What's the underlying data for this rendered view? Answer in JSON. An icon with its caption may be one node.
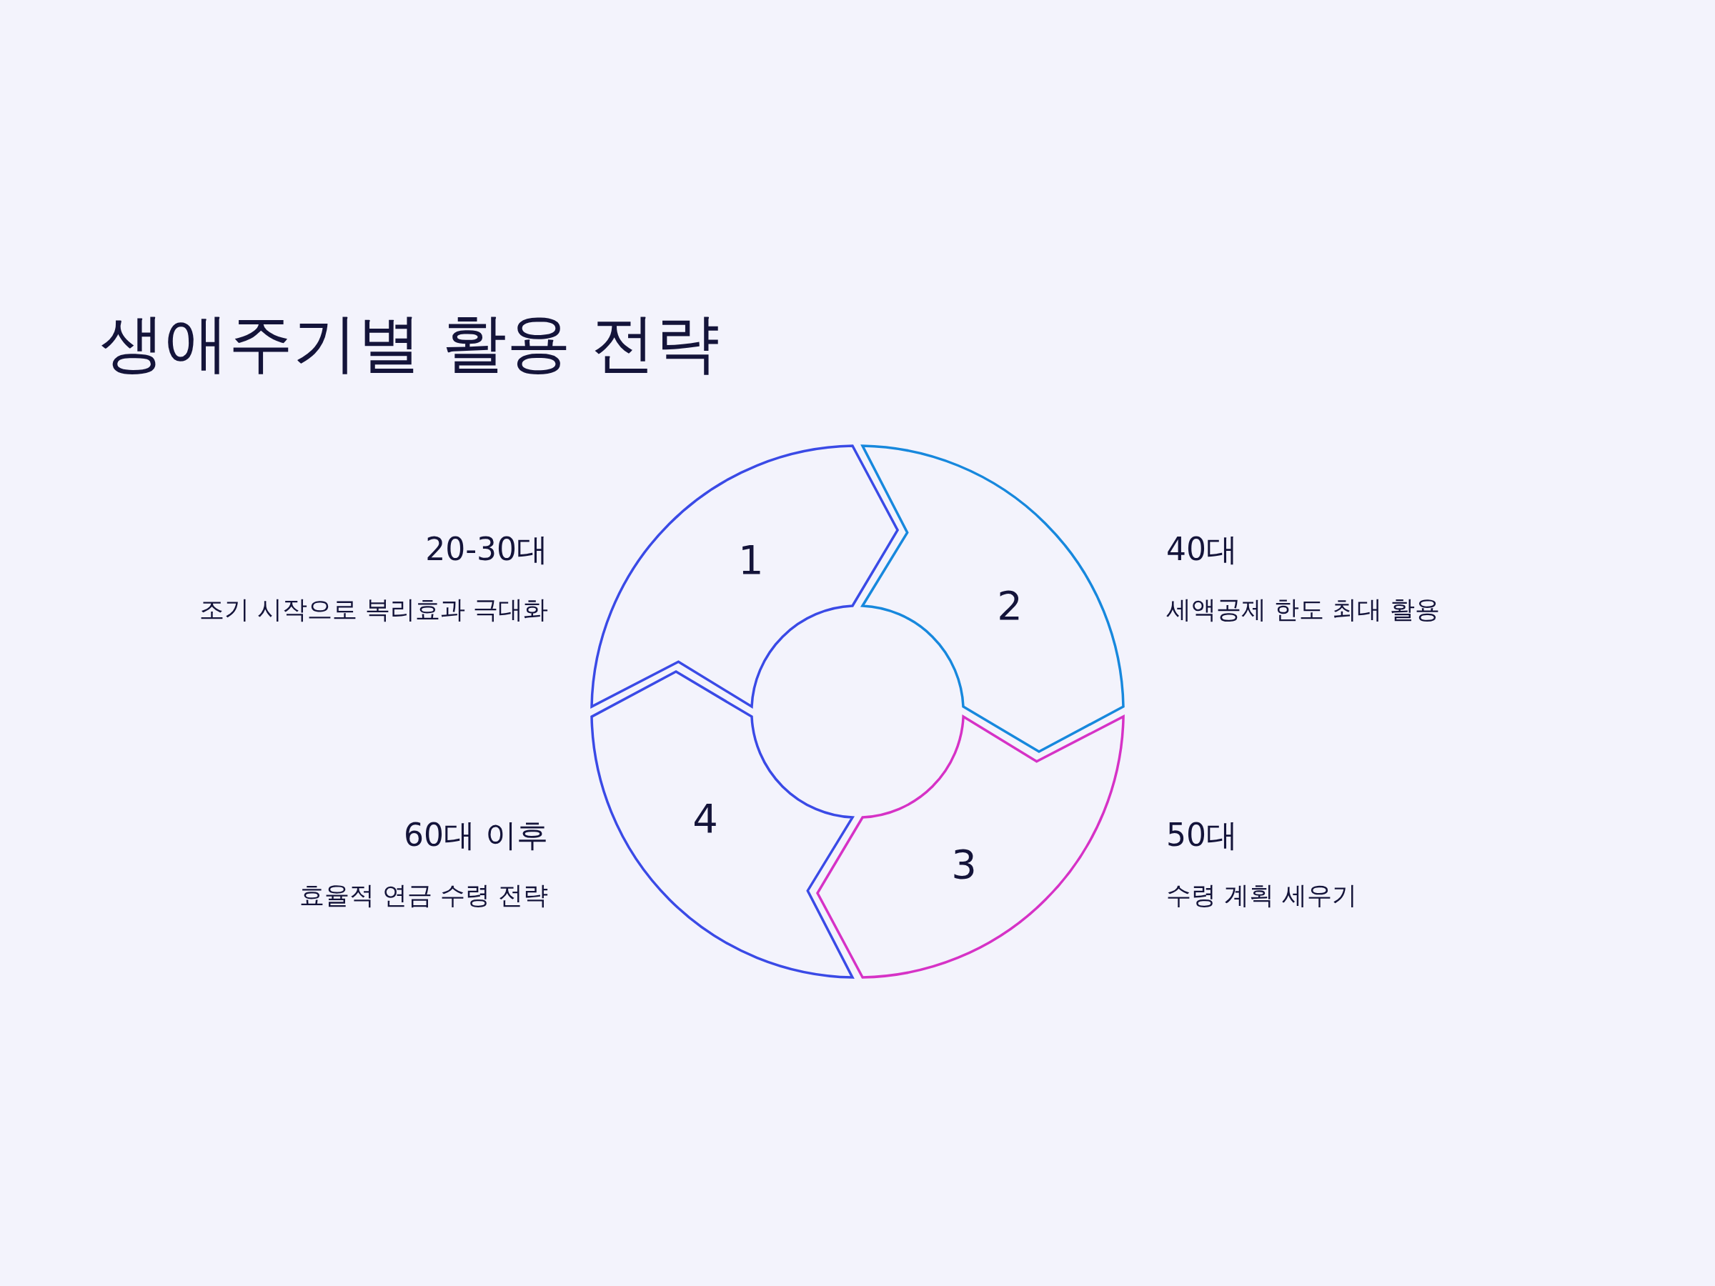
{
  "diagram": {
    "title": "생애주기별 활용 전략",
    "nodes": [
      {
        "text": [
          "1"
        ],
        "beside": [
          "20-30대",
          "조기 시작으로 복리효과 극대화"
        ]
      },
      {
        "text": [
          "2"
        ],
        "beside": [
          "40대",
          "세액공제 한도 최대 활용"
        ]
      },
      {
        "text": [
          "3"
        ],
        "beside": [
          "50대",
          "수령 계획 세우기"
        ]
      },
      {
        "text": [
          "4"
        ],
        "beside": [
          "60대 이후",
          "효율적 연금 수령 전략"
        ]
      }
    ]
  }
}
